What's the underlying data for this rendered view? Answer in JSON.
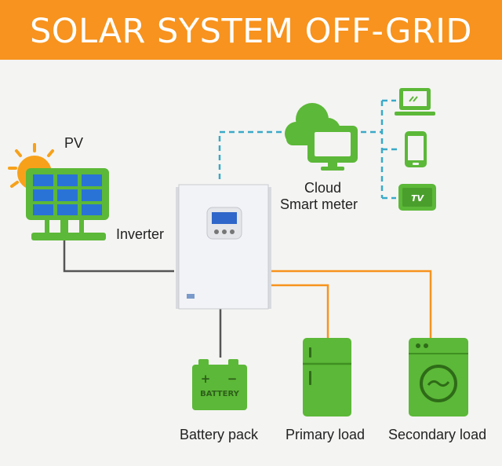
{
  "title": "SOLAR SYSTEM OFF-GRID",
  "labels": {
    "pv": "PV",
    "inverter": "Inverter",
    "cloud_line1": "Cloud",
    "cloud_line2": "Smart meter",
    "battery_pack": "Battery pack",
    "primary_load": "Primary load",
    "secondary_load": "Secondary load"
  },
  "icon_text": {
    "battery": "BATTERY",
    "battery_plus": "+",
    "battery_minus": "−",
    "tv": "TV"
  },
  "icons": [
    "sun-icon",
    "solar-panel-icon",
    "inverter-icon",
    "cloud-icon",
    "computer-monitor-icon",
    "laptop-icon",
    "phone-icon",
    "tv-icon",
    "battery-icon",
    "refrigerator-icon",
    "washing-machine-icon"
  ],
  "colors": {
    "banner": "#f7931e",
    "icon_green": "#5cb838",
    "dc_line": "#555555",
    "ac_line": "#f7931e",
    "data_line": "#3aa9c8"
  }
}
